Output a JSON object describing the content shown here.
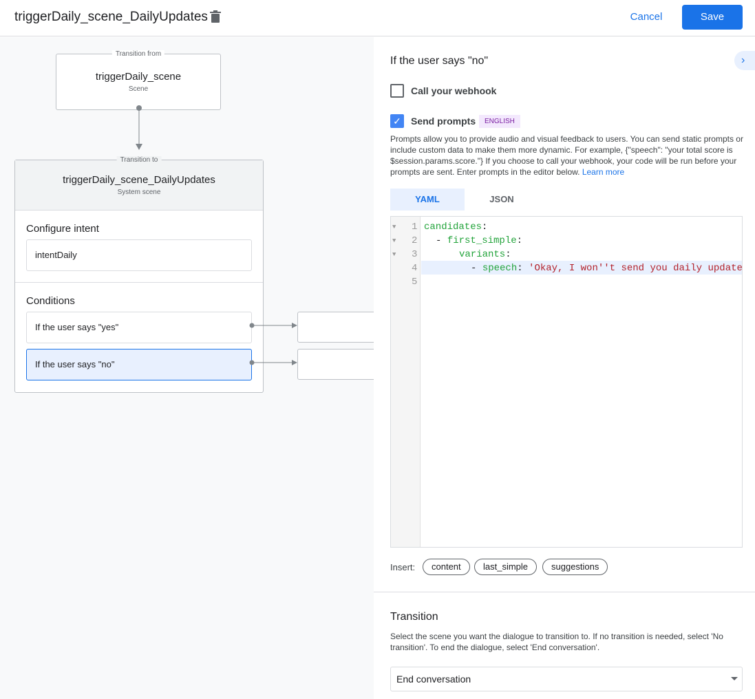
{
  "header": {
    "title": "triggerDaily_scene_DailyUpdates",
    "cancel": "Cancel",
    "save": "Save"
  },
  "canvas": {
    "from": {
      "label": "Transition from",
      "name": "triggerDaily_scene",
      "type": "Scene"
    },
    "to": {
      "label": "Transition to",
      "name": "triggerDaily_scene_DailyUpdates",
      "type": "System scene"
    },
    "intent_heading": "Configure intent",
    "intent": "intentDaily",
    "conditions_heading": "Conditions",
    "conditions": [
      "If the user says \"yes\"",
      "If the user says \"no\""
    ]
  },
  "panel": {
    "heading": "If the user says \"no\"",
    "webhook": {
      "label": "Call your webhook",
      "checked": false
    },
    "prompts": {
      "label": "Send prompts",
      "checked": true,
      "badge": "ENGLISH"
    },
    "description": "Prompts allow you to provide audio and visual feedback to users. You can send static prompts or include custom data to make them more dynamic. For example, {\"speech\": \"your total score is $session.params.score.\"} If you choose to call your webhook, your code will be run before your prompts are sent. Enter prompts in the editor below.",
    "learn_more": "Learn more",
    "tabs": [
      "YAML",
      "JSON"
    ],
    "active_tab": "YAML",
    "code": {
      "line_numbers": [
        "1",
        "2",
        "3",
        "4",
        "5"
      ],
      "l1": "candidates",
      "l2": "first_simple",
      "l3": "variants",
      "l4_key": "speech",
      "l4_val": "'Okay, I won''t send you daily update"
    },
    "insert_label": "Insert:",
    "insert_chips": [
      "content",
      "last_simple",
      "suggestions"
    ],
    "transition": {
      "heading": "Transition",
      "description": "Select the scene you want the dialogue to transition to. If no transition is needed, select 'No transition'. To end the dialogue, select 'End conversation'.",
      "value": "End conversation"
    }
  }
}
